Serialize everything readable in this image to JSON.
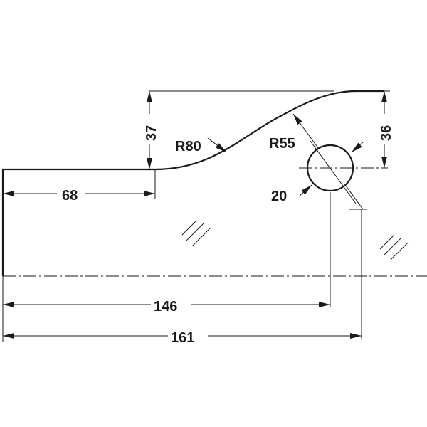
{
  "dimensions": {
    "d68": "68",
    "d37": "37",
    "r80": "R80",
    "r55": "R55",
    "d36": "36",
    "d20": "20",
    "d146": "146",
    "d161": "161"
  }
}
